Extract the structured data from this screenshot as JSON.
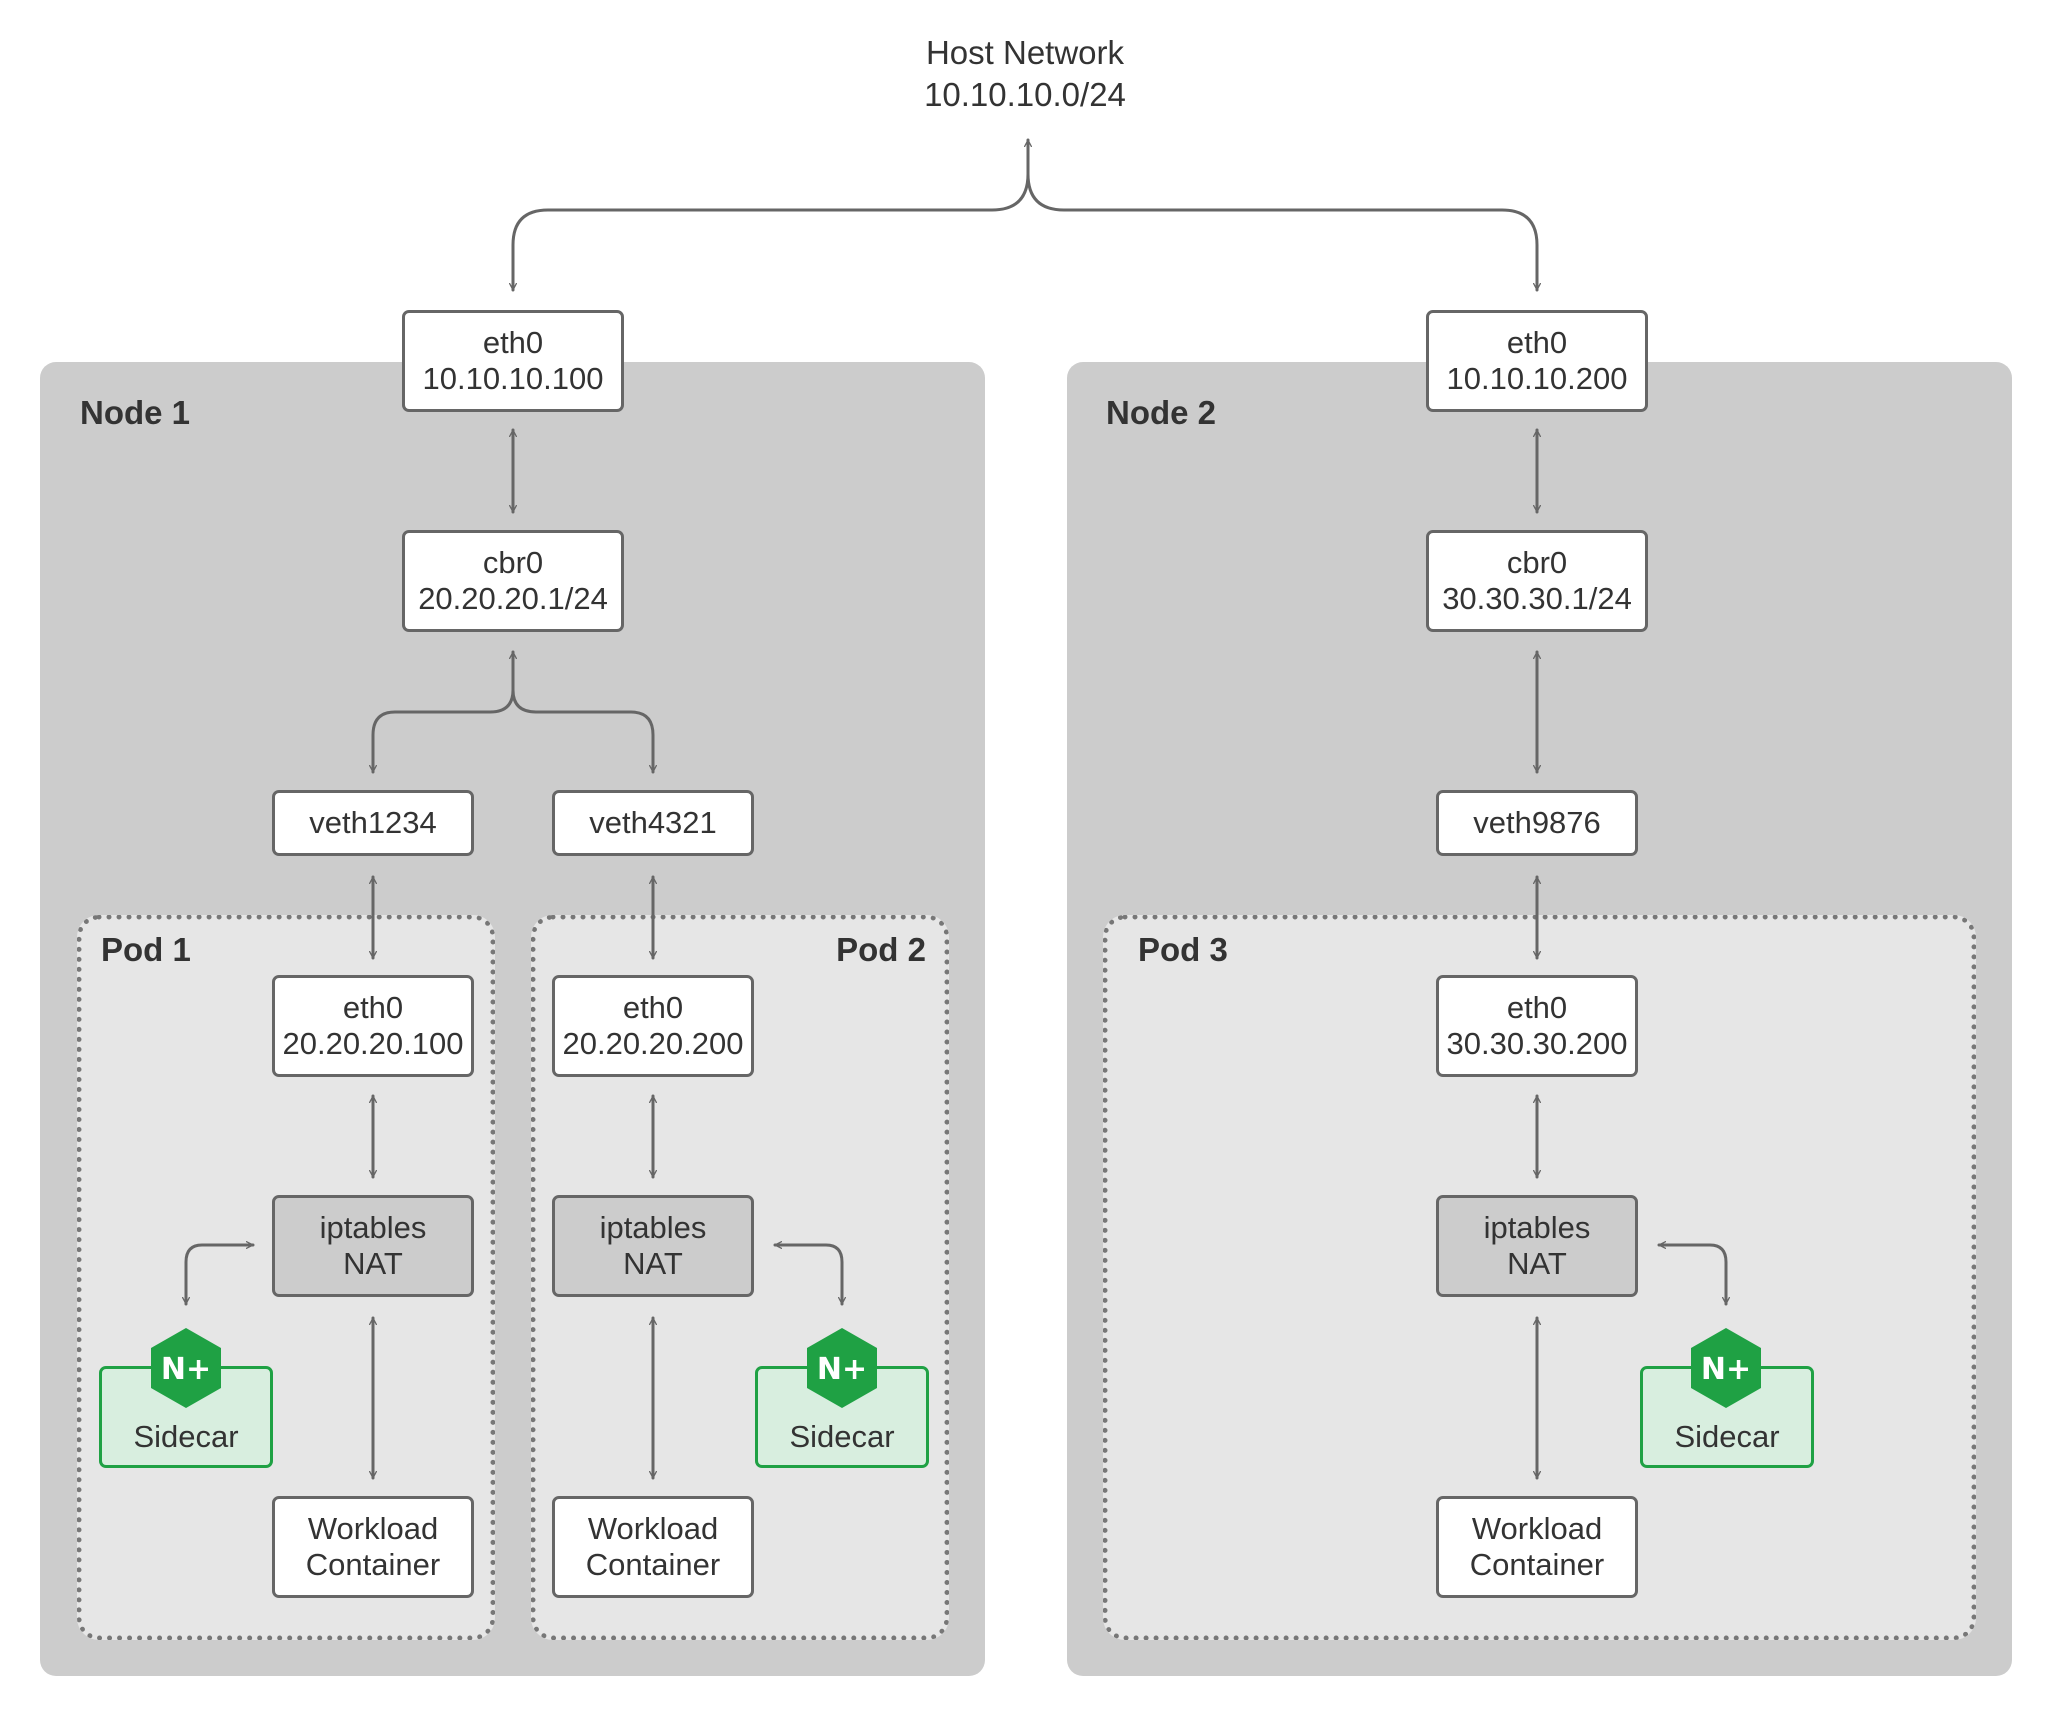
{
  "host_network": {
    "line1": "Host Network",
    "line2": "10.10.10.0/24"
  },
  "nodes": [
    {
      "label": "Node 1",
      "eth0": {
        "name": "eth0",
        "ip": "10.10.10.100"
      },
      "bridge": {
        "name": "cbr0",
        "ip": "20.20.20.1/24"
      },
      "veths": [
        "veth1234",
        "veth4321"
      ]
    },
    {
      "label": "Node 2",
      "eth0": {
        "name": "eth0",
        "ip": "10.10.10.200"
      },
      "bridge": {
        "name": "cbr0",
        "ip": "30.30.30.1/24"
      },
      "veths": [
        "veth9876"
      ]
    }
  ],
  "pods": [
    {
      "label": "Pod 1",
      "eth0": {
        "name": "eth0",
        "ip": "20.20.20.100"
      }
    },
    {
      "label": "Pod 2",
      "eth0": {
        "name": "eth0",
        "ip": "20.20.20.200"
      }
    },
    {
      "label": "Pod 3",
      "eth0": {
        "name": "eth0",
        "ip": "30.30.30.200"
      }
    }
  ],
  "components": {
    "iptables": {
      "line1": "iptables",
      "line2": "NAT"
    },
    "sidecar": {
      "label": "Sidecar",
      "logo": "N+"
    },
    "workload": {
      "line1": "Workload",
      "line2": "Container"
    }
  },
  "colors": {
    "node_bg": "#cccccc",
    "pod_bg": "#e6e6e6",
    "box_border": "#666666",
    "arrow": "#666666",
    "sidecar_green": "#1fa144",
    "sidecar_fill": "#d8eedf"
  },
  "icons": {
    "sidecar_logo": "nginx-plus-hexagon-icon"
  }
}
